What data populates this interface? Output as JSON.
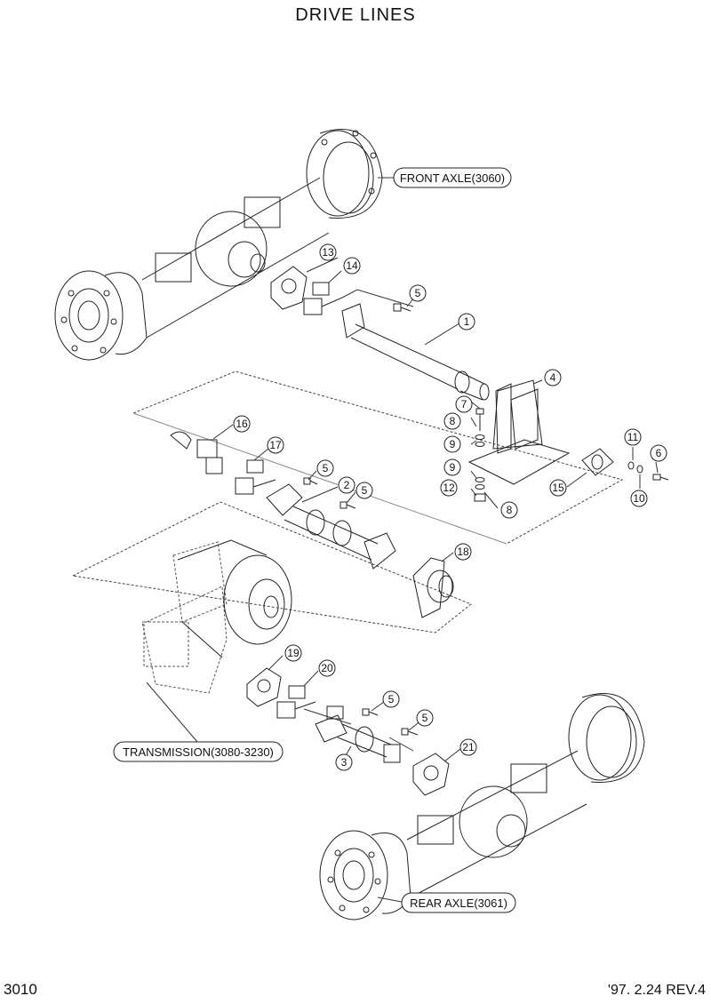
{
  "title": "DRIVE LINES",
  "page_number": "3010",
  "revision": "'97. 2.24  REV.4",
  "assemblies": {
    "front_axle": "FRONT AXLE(3060)",
    "transmission": "TRANSMISSION(3080-3230)",
    "rear_axle": "REAR AXLE(3061)"
  },
  "callouts": {
    "c1": "1",
    "c2": "2",
    "c3": "3",
    "c4": "4",
    "c5a": "5",
    "c5b": "5",
    "c5c": "5",
    "c5d": "5",
    "c5e": "5",
    "c6": "6",
    "c7": "7",
    "c8a": "8",
    "c8b": "8",
    "c9a": "9",
    "c9b": "9",
    "c10": "10",
    "c11": "11",
    "c12": "12",
    "c13": "13",
    "c14": "14",
    "c15": "15",
    "c16": "16",
    "c17": "17",
    "c18": "18",
    "c19": "19",
    "c20": "20",
    "c21": "21"
  }
}
